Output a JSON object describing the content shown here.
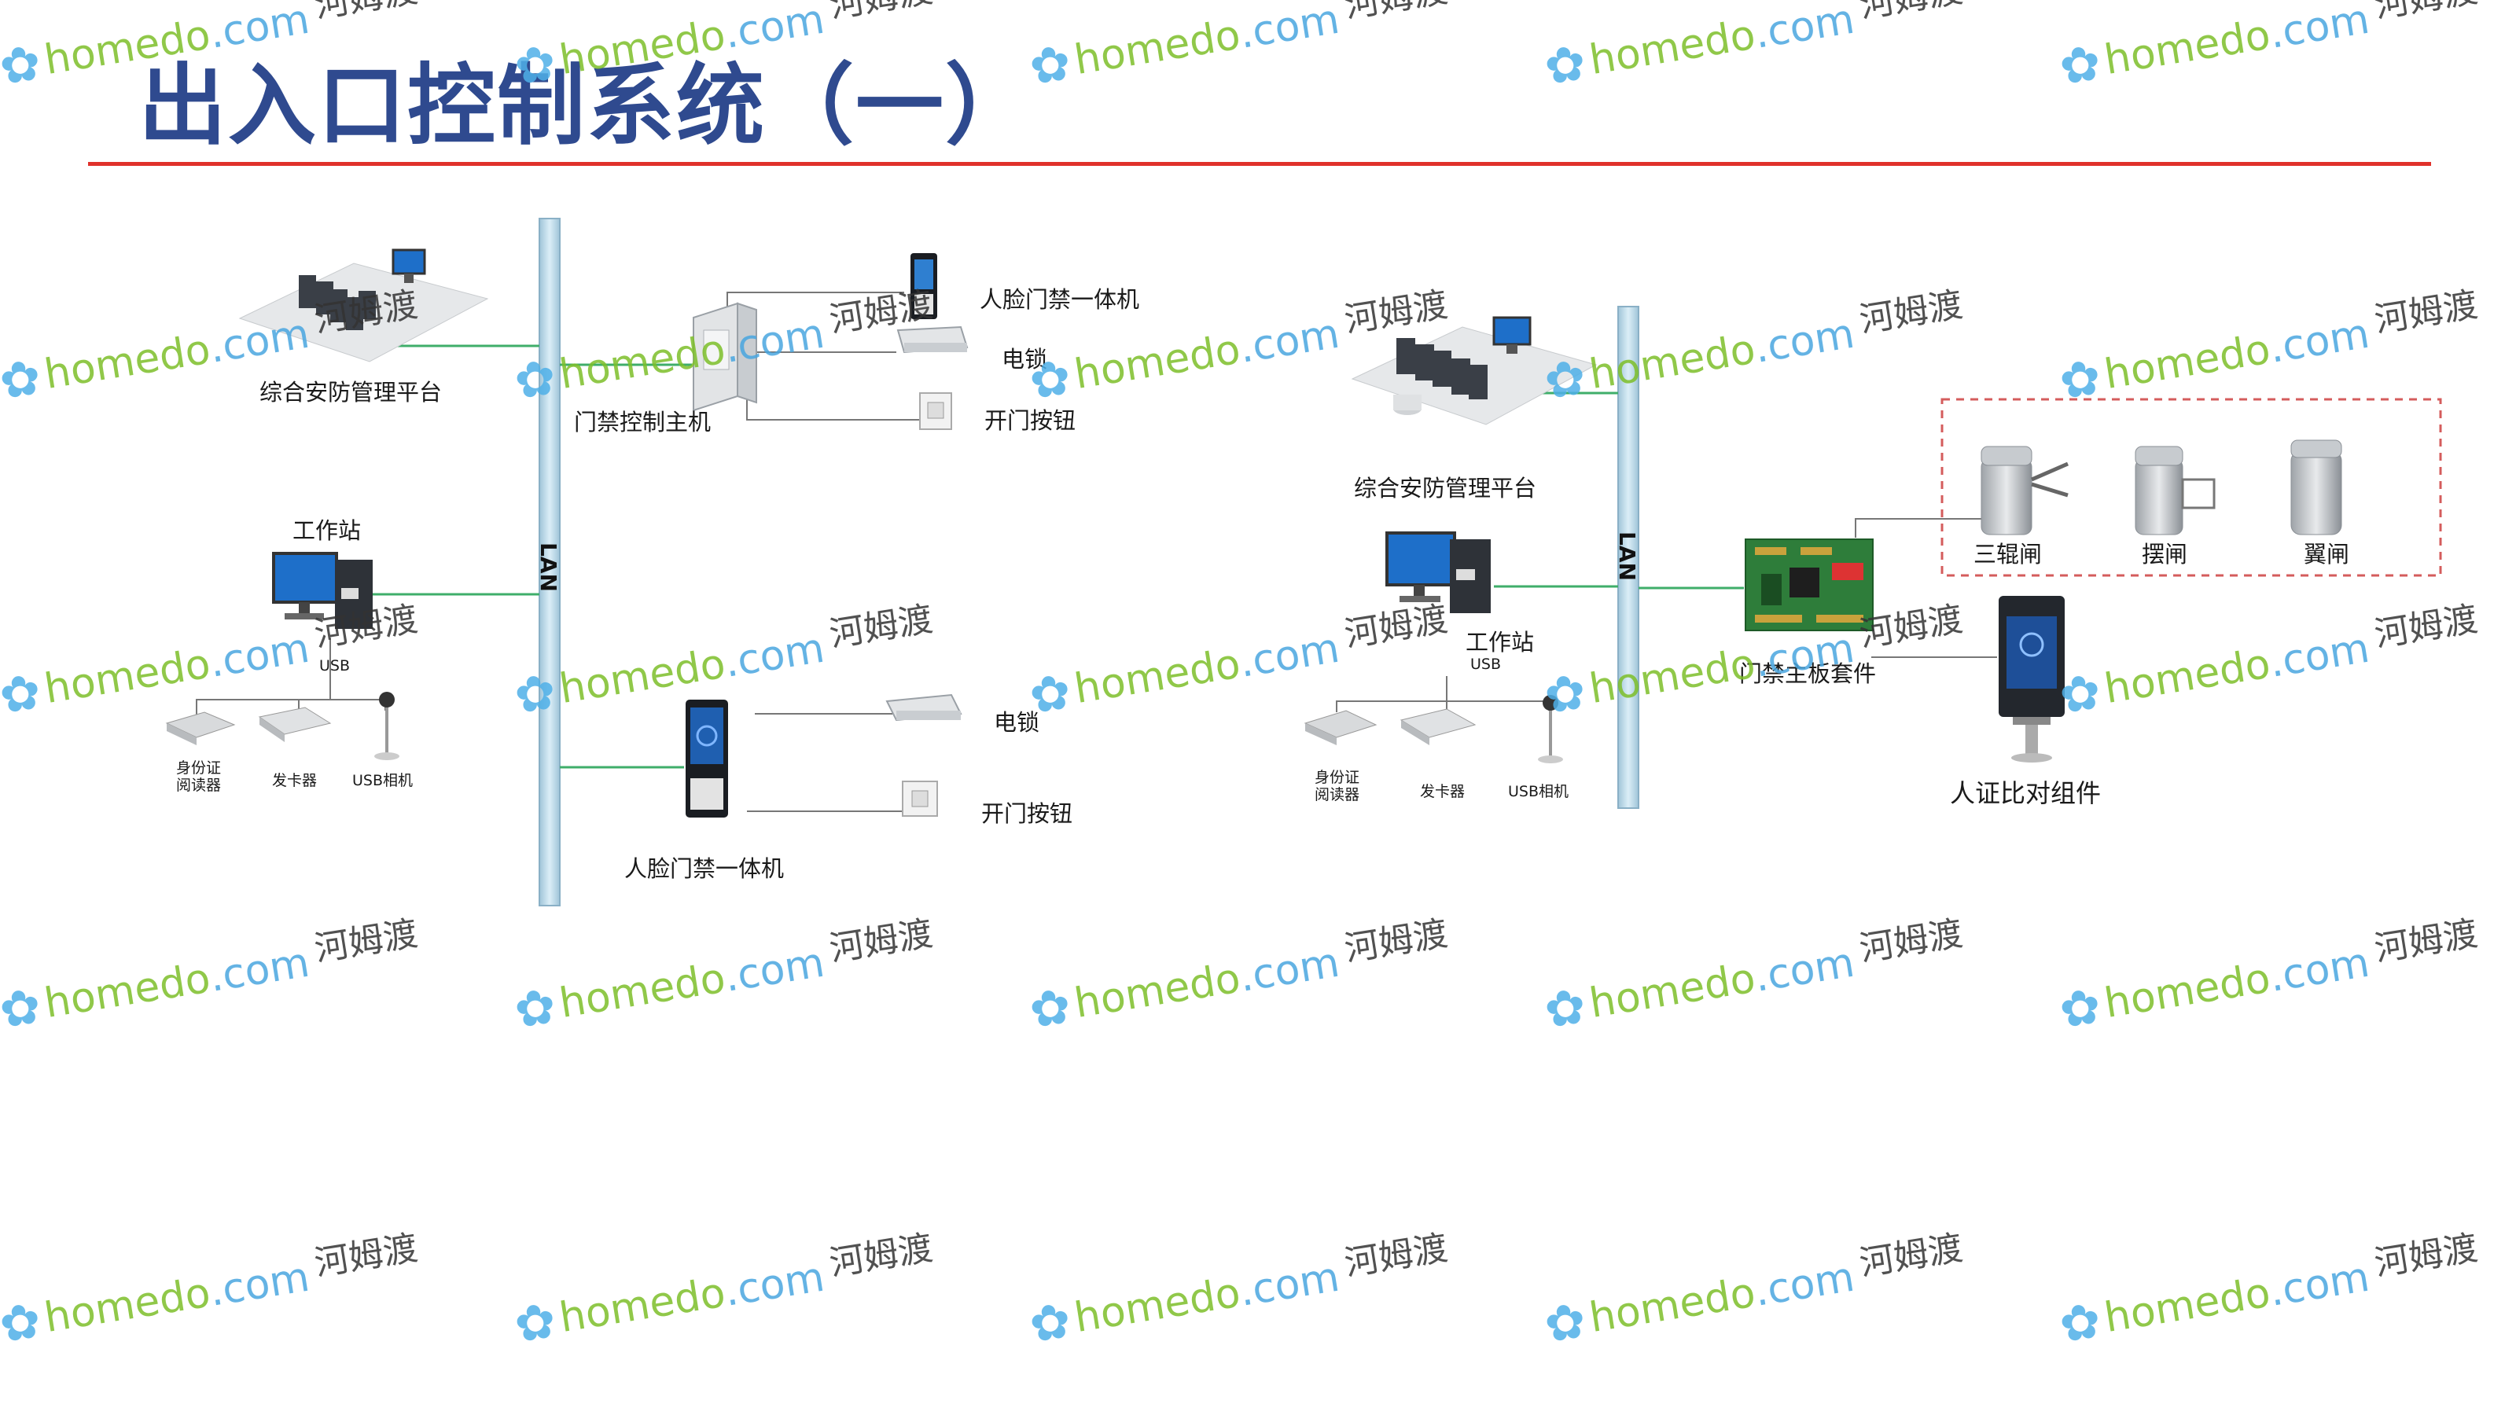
{
  "slide": {
    "title": "出入口控制系统（一）",
    "accent_color": "#e0312b",
    "title_color": "#2f4a8f"
  },
  "left_diagram": {
    "lan_label": "LAN",
    "platform": "综合安防管理平台",
    "controller": "门禁控制主机",
    "face_terminal_top": "人脸门禁一体机",
    "lock_top": "电锁",
    "button_top": "开门按钮",
    "workstation": "工作站",
    "usb": "USB",
    "id_reader": [
      "身份证",
      "阅读器"
    ],
    "card_issuer": "发卡器",
    "usb_camera": "USB相机",
    "lock_bottom": "电锁",
    "button_bottom": "开门按钮",
    "face_terminal_bottom": "人脸门禁一体机"
  },
  "right_diagram": {
    "lan_label": "LAN",
    "platform": "综合安防管理平台",
    "workstation": "工作站",
    "usb": "USB",
    "id_reader": [
      "身份证",
      "阅读器"
    ],
    "card_issuer": "发卡器",
    "usb_camera": "USB相机",
    "board": "门禁主板套件",
    "gates": [
      "三辊闸",
      "摆闸",
      "翼闸"
    ],
    "id_compare": "人证比对组件"
  },
  "watermark": {
    "domain_part1": "homedo",
    "domain_part2": ".com",
    "cn": "河姆渡",
    "flower_icon": "flower-icon",
    "green": "#7dbf2a",
    "blue": "#49a6e0"
  }
}
